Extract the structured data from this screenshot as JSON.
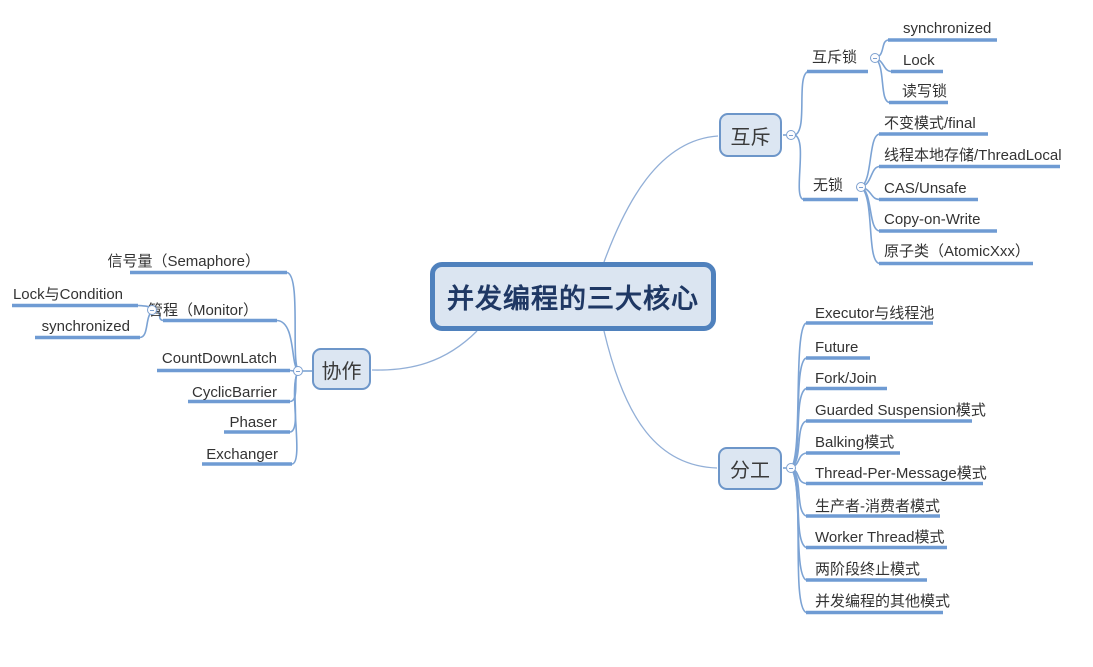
{
  "colors": {
    "background": "#ffffff",
    "root_fill": "#dbe5f1",
    "root_border": "#4f81bd",
    "root_text": "#1f3864",
    "branch_fill": "#dce6f2",
    "branch_border": "#6d96c9",
    "topic_text": "#333333",
    "underline": "#6f9bd3",
    "connector": "#7ca3d4"
  },
  "icons": {
    "collapse": "minus-in-circle"
  },
  "mindmap": {
    "root": "并发编程的三大核心",
    "branches": [
      {
        "label": "互斥",
        "children": [
          {
            "label": "互斥锁",
            "children": [
              "synchronized",
              "Lock",
              "读写锁"
            ]
          },
          {
            "label": "无锁",
            "children": [
              "不变模式/final",
              "线程本地存储/ThreadLocal",
              "CAS/Unsafe",
              "Copy-on-Write",
              "原子类（AtomicXxx）"
            ]
          }
        ]
      },
      {
        "label": "协作",
        "children": [
          {
            "label": "信号量（Semaphore）"
          },
          {
            "label": "管程（Monitor）",
            "children": [
              "Lock与Condition",
              "synchronized"
            ]
          },
          {
            "label": "CountDownLatch"
          },
          {
            "label": "CyclicBarrier"
          },
          {
            "label": "Phaser"
          },
          {
            "label": "Exchanger"
          }
        ]
      },
      {
        "label": "分工",
        "children": [
          "Executor与线程池",
          "Future",
          "Fork/Join",
          "Guarded Suspension模式",
          "Balking模式",
          "Thread-Per-Message模式",
          "生产者-消费者模式",
          "Worker Thread模式",
          "两阶段终止模式",
          "并发编程的其他模式"
        ]
      }
    ]
  }
}
